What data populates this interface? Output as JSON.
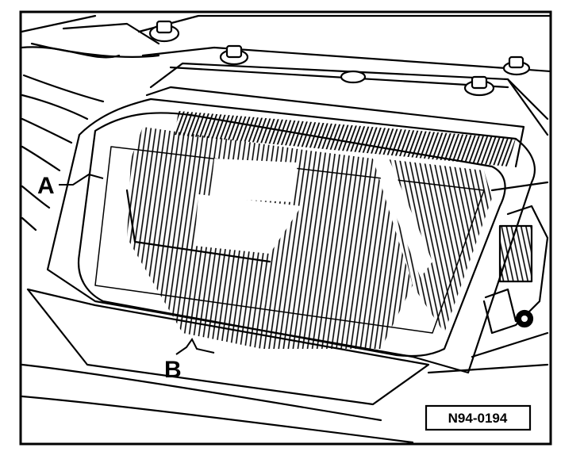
{
  "figure": {
    "callouts": [
      "A",
      "B"
    ],
    "reference_code": "N94-0194"
  }
}
